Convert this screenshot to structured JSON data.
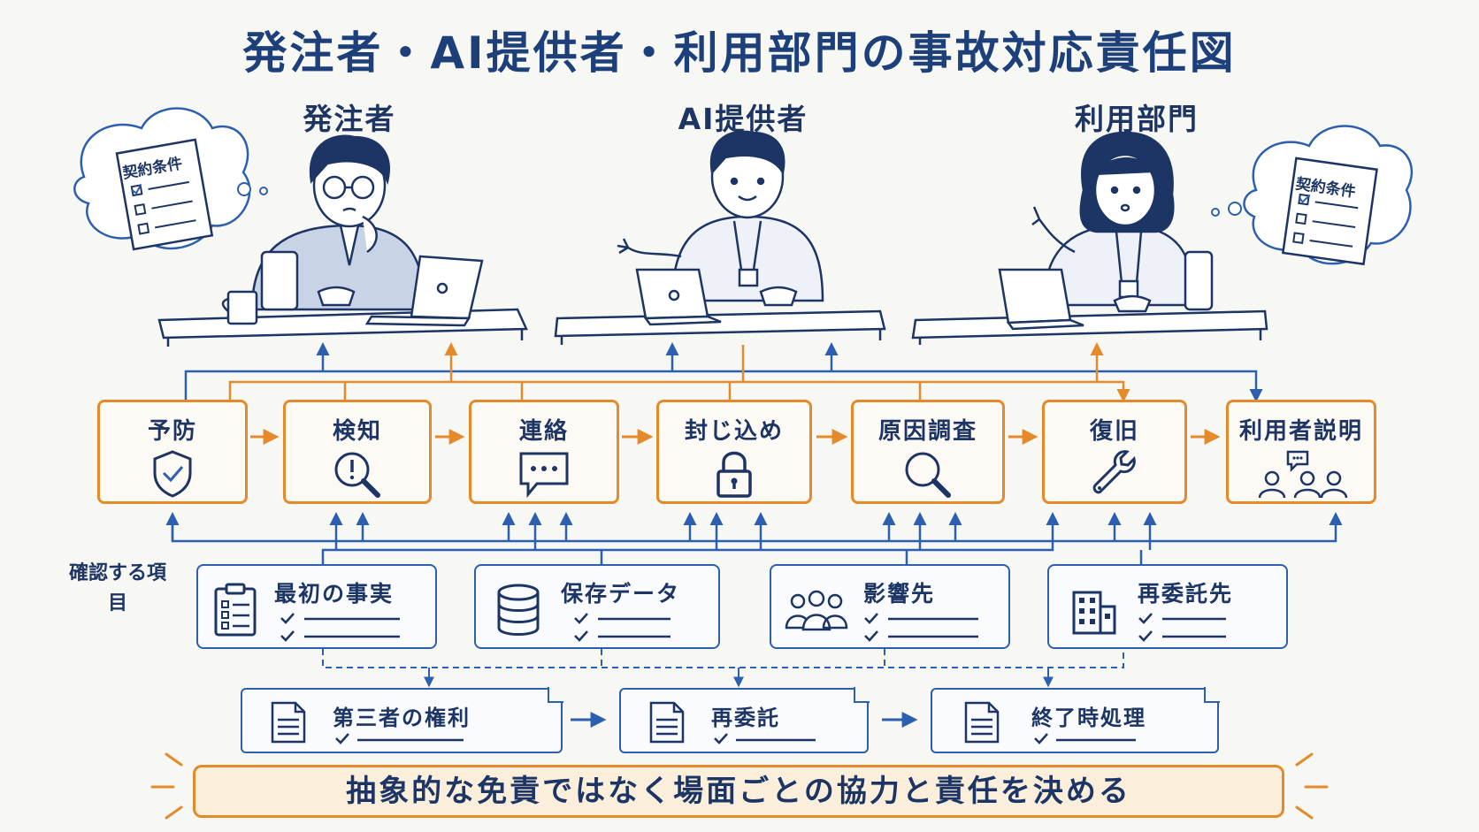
{
  "title": "発注者・AI提供者・利用部門の事故対応責任図",
  "roles": [
    {
      "label": "発注者"
    },
    {
      "label": "AI提供者"
    },
    {
      "label": "利用部門"
    }
  ],
  "thought_bubbles": [
    {
      "label": "契約条件"
    },
    {
      "label": "契約条件"
    }
  ],
  "steps": [
    {
      "label": "予防",
      "icon": "shield-check-icon"
    },
    {
      "label": "検知",
      "icon": "magnifier-alert-icon"
    },
    {
      "label": "連絡",
      "icon": "chat-bubble-icon"
    },
    {
      "label": "封じ込め",
      "icon": "lock-icon"
    },
    {
      "label": "原因調査",
      "icon": "magnifier-icon"
    },
    {
      "label": "復旧",
      "icon": "wrench-icon"
    },
    {
      "label": "利用者説明",
      "icon": "people-talking-icon"
    }
  ],
  "check_section_label": "確認する項目",
  "check_items": [
    {
      "label": "最初の事実",
      "icon": "clipboard-icon"
    },
    {
      "label": "保存データ",
      "icon": "database-icon"
    },
    {
      "label": "影響先",
      "icon": "group-icon"
    },
    {
      "label": "再委託先",
      "icon": "building-icon"
    }
  ],
  "contract_items": [
    {
      "label": "第三者の権利",
      "icon": "document-icon"
    },
    {
      "label": "再委託",
      "icon": "document-icon"
    },
    {
      "label": "終了時処理",
      "icon": "document-icon"
    }
  ],
  "banner": "抽象的な免責ではなく場面ごとの協力と責任を決める",
  "colors": {
    "navy": "#1d3f7a",
    "blue": "#2d5fb0",
    "orange": "#e48a2a",
    "banner_fill": "#fbeedb"
  }
}
